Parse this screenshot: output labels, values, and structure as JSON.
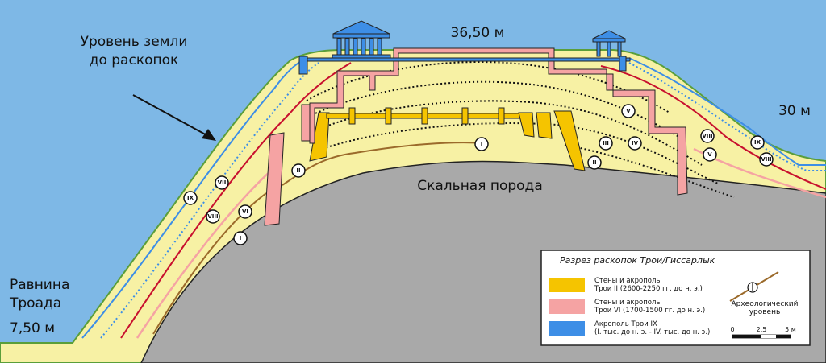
{
  "labels": {
    "ground_level": [
      "Уровень земли",
      "до раскопок"
    ],
    "summit_height": "36,50 м",
    "right_height": "30 м",
    "bedrock": "Скальная порода",
    "plain": [
      "Равнина",
      "Троада"
    ],
    "plain_height": "7,50 м"
  },
  "roman_numerals": [
    "I",
    "II",
    "III",
    "IV",
    "V",
    "VI",
    "VII",
    "VIII",
    "IX"
  ],
  "legend": {
    "title": "Разрез раскопок Трои/Гиссарлык",
    "items": [
      {
        "color": "#f5c400",
        "line1": "Стены и акрополь",
        "line2": "Трои II (2600-2250 гг. до н. э.)"
      },
      {
        "color": "#f5a3a3",
        "line1": "Стены и акрополь",
        "line2": "Трои VI (1700-1500 гг. до н. э.)"
      },
      {
        "color": "#3d8ee6",
        "line1": "Акрополь Трои IX",
        "line2": "(I. тыс. до н. э. - IV. тыс. до н. э.)"
      }
    ],
    "arch_level": [
      "Археологический",
      "уровень"
    ],
    "scale": [
      "0",
      "2,5",
      "5 м"
    ]
  },
  "colors": {
    "sky": "#7eb8e6",
    "earth": "#f7f1a4",
    "bedrock": "#a9a9a9",
    "troy2": "#f5c400",
    "troy6": "#f5a3a3",
    "troy9": "#3d8ee6",
    "red_layer": "#c8102e",
    "brown_layer": "#9b6a2b",
    "outline": "#5a9e3a"
  }
}
